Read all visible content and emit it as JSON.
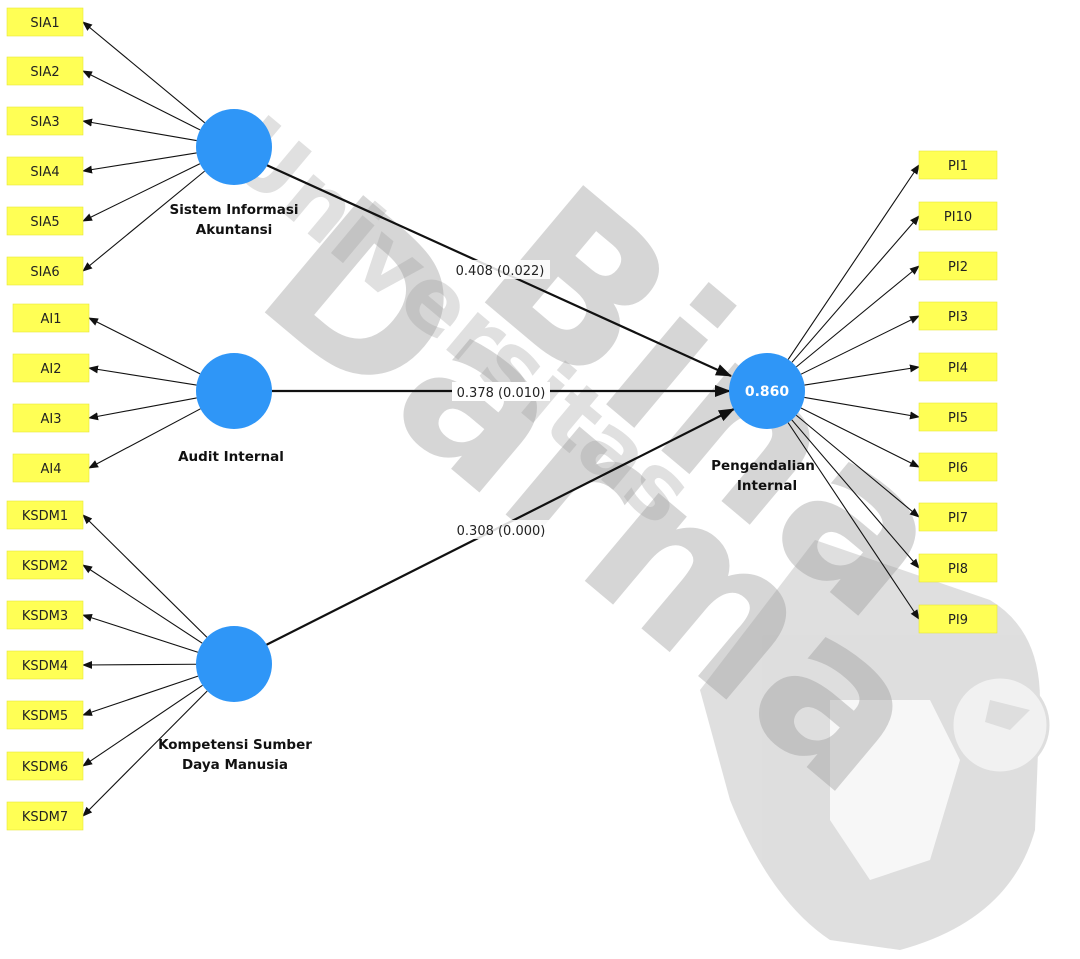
{
  "watermark": {
    "lines": [
      "Universitas",
      "Bina",
      "Darma"
    ],
    "color": "#9a9a9a"
  },
  "colors": {
    "construct": "#2f96f7",
    "indicator_fill": "#ffff55",
    "indicator_stroke": "#e6e63a",
    "arrow": "#111111"
  },
  "constructs": {
    "sia": {
      "label_line1": "Sistem Informasi",
      "label_line2": "Akuntansi"
    },
    "ai": {
      "label_line1": "Audit Internal"
    },
    "ksdm": {
      "label_line1": "Kompetensi Sumber",
      "label_line2": "Daya Manusia"
    },
    "pi": {
      "label_line1": "Pengendalian",
      "label_line2": "Internal",
      "r2": "0.860"
    }
  },
  "paths": {
    "sia_pi": "0.408 (0.022)",
    "ai_pi": "0.378 (0.010)",
    "ksdm_pi": "0.308 (0.000)"
  },
  "indicators": {
    "sia": [
      "SIA1",
      "SIA2",
      "SIA3",
      "SIA4",
      "SIA5",
      "SIA6"
    ],
    "ai": [
      "AI1",
      "AI2",
      "AI3",
      "AI4"
    ],
    "ksdm": [
      "KSDM1",
      "KSDM2",
      "KSDM3",
      "KSDM4",
      "KSDM5",
      "KSDM6",
      "KSDM7"
    ],
    "pi": [
      "PI1",
      "PI10",
      "PI2",
      "PI3",
      "PI4",
      "PI5",
      "PI6",
      "PI7",
      "PI8",
      "PI9"
    ]
  }
}
